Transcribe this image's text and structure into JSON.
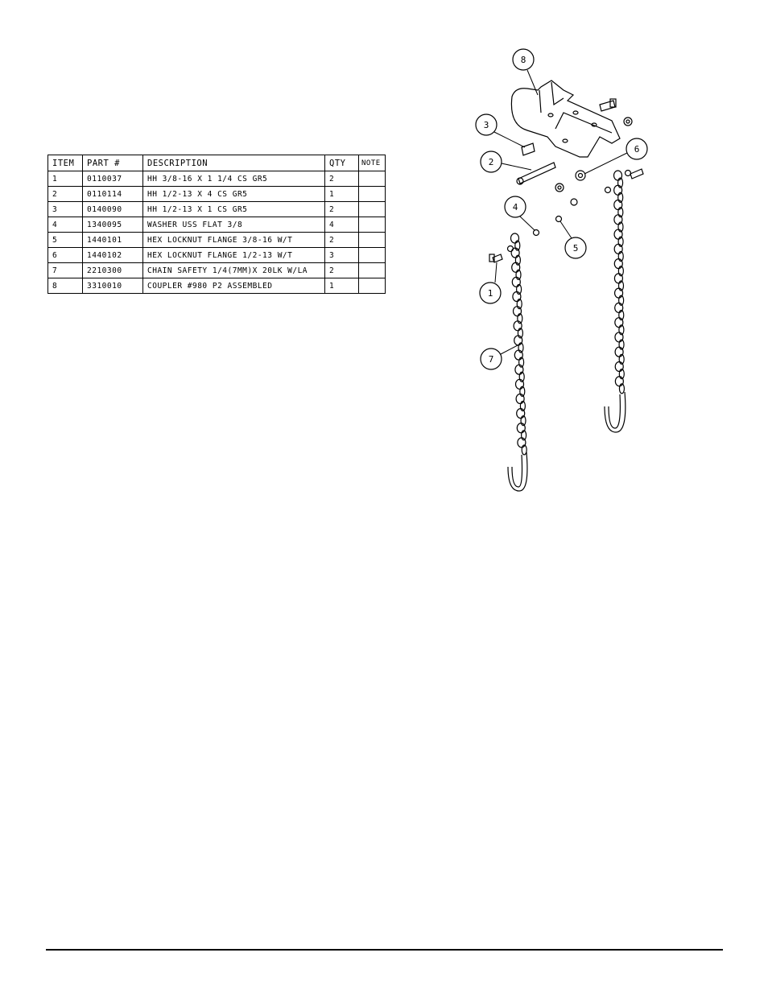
{
  "parts_table": {
    "headers": {
      "item": "ITEM",
      "part": "PART #",
      "description": "DESCRIPTION",
      "qty": "QTY",
      "note": "NOTE"
    },
    "rows": [
      {
        "item": "1",
        "part": "0110037",
        "description": "HH 3/8-16 X 1 1/4 CS GR5",
        "qty": "2",
        "note": ""
      },
      {
        "item": "2",
        "part": "0110114",
        "description": "HH 1/2-13 X 4 CS GR5",
        "qty": "1",
        "note": ""
      },
      {
        "item": "3",
        "part": "0140090",
        "description": "HH 1/2-13 X 1 CS GR5",
        "qty": "2",
        "note": ""
      },
      {
        "item": "4",
        "part": "1340095",
        "description": "WASHER USS FLAT 3/8",
        "qty": "4",
        "note": ""
      },
      {
        "item": "5",
        "part": "1440101",
        "description": "HEX LOCKNUT FLANGE 3/8-16 W/T",
        "qty": "2",
        "note": ""
      },
      {
        "item": "6",
        "part": "1440102",
        "description": "HEX LOCKNUT FLANGE 1/2-13 W/T",
        "qty": "3",
        "note": ""
      },
      {
        "item": "7",
        "part": "2210300",
        "description": "CHAIN SAFETY 1/4(7MM)X 20LK W/LA",
        "qty": "2",
        "note": ""
      },
      {
        "item": "8",
        "part": "3310010",
        "description": "COUPLER #980 P2 ASSEMBLED",
        "qty": "1",
        "note": ""
      }
    ]
  },
  "diagram": {
    "callouts": [
      "8",
      "3",
      "2",
      "6",
      "4",
      "5",
      "1",
      "7"
    ]
  }
}
